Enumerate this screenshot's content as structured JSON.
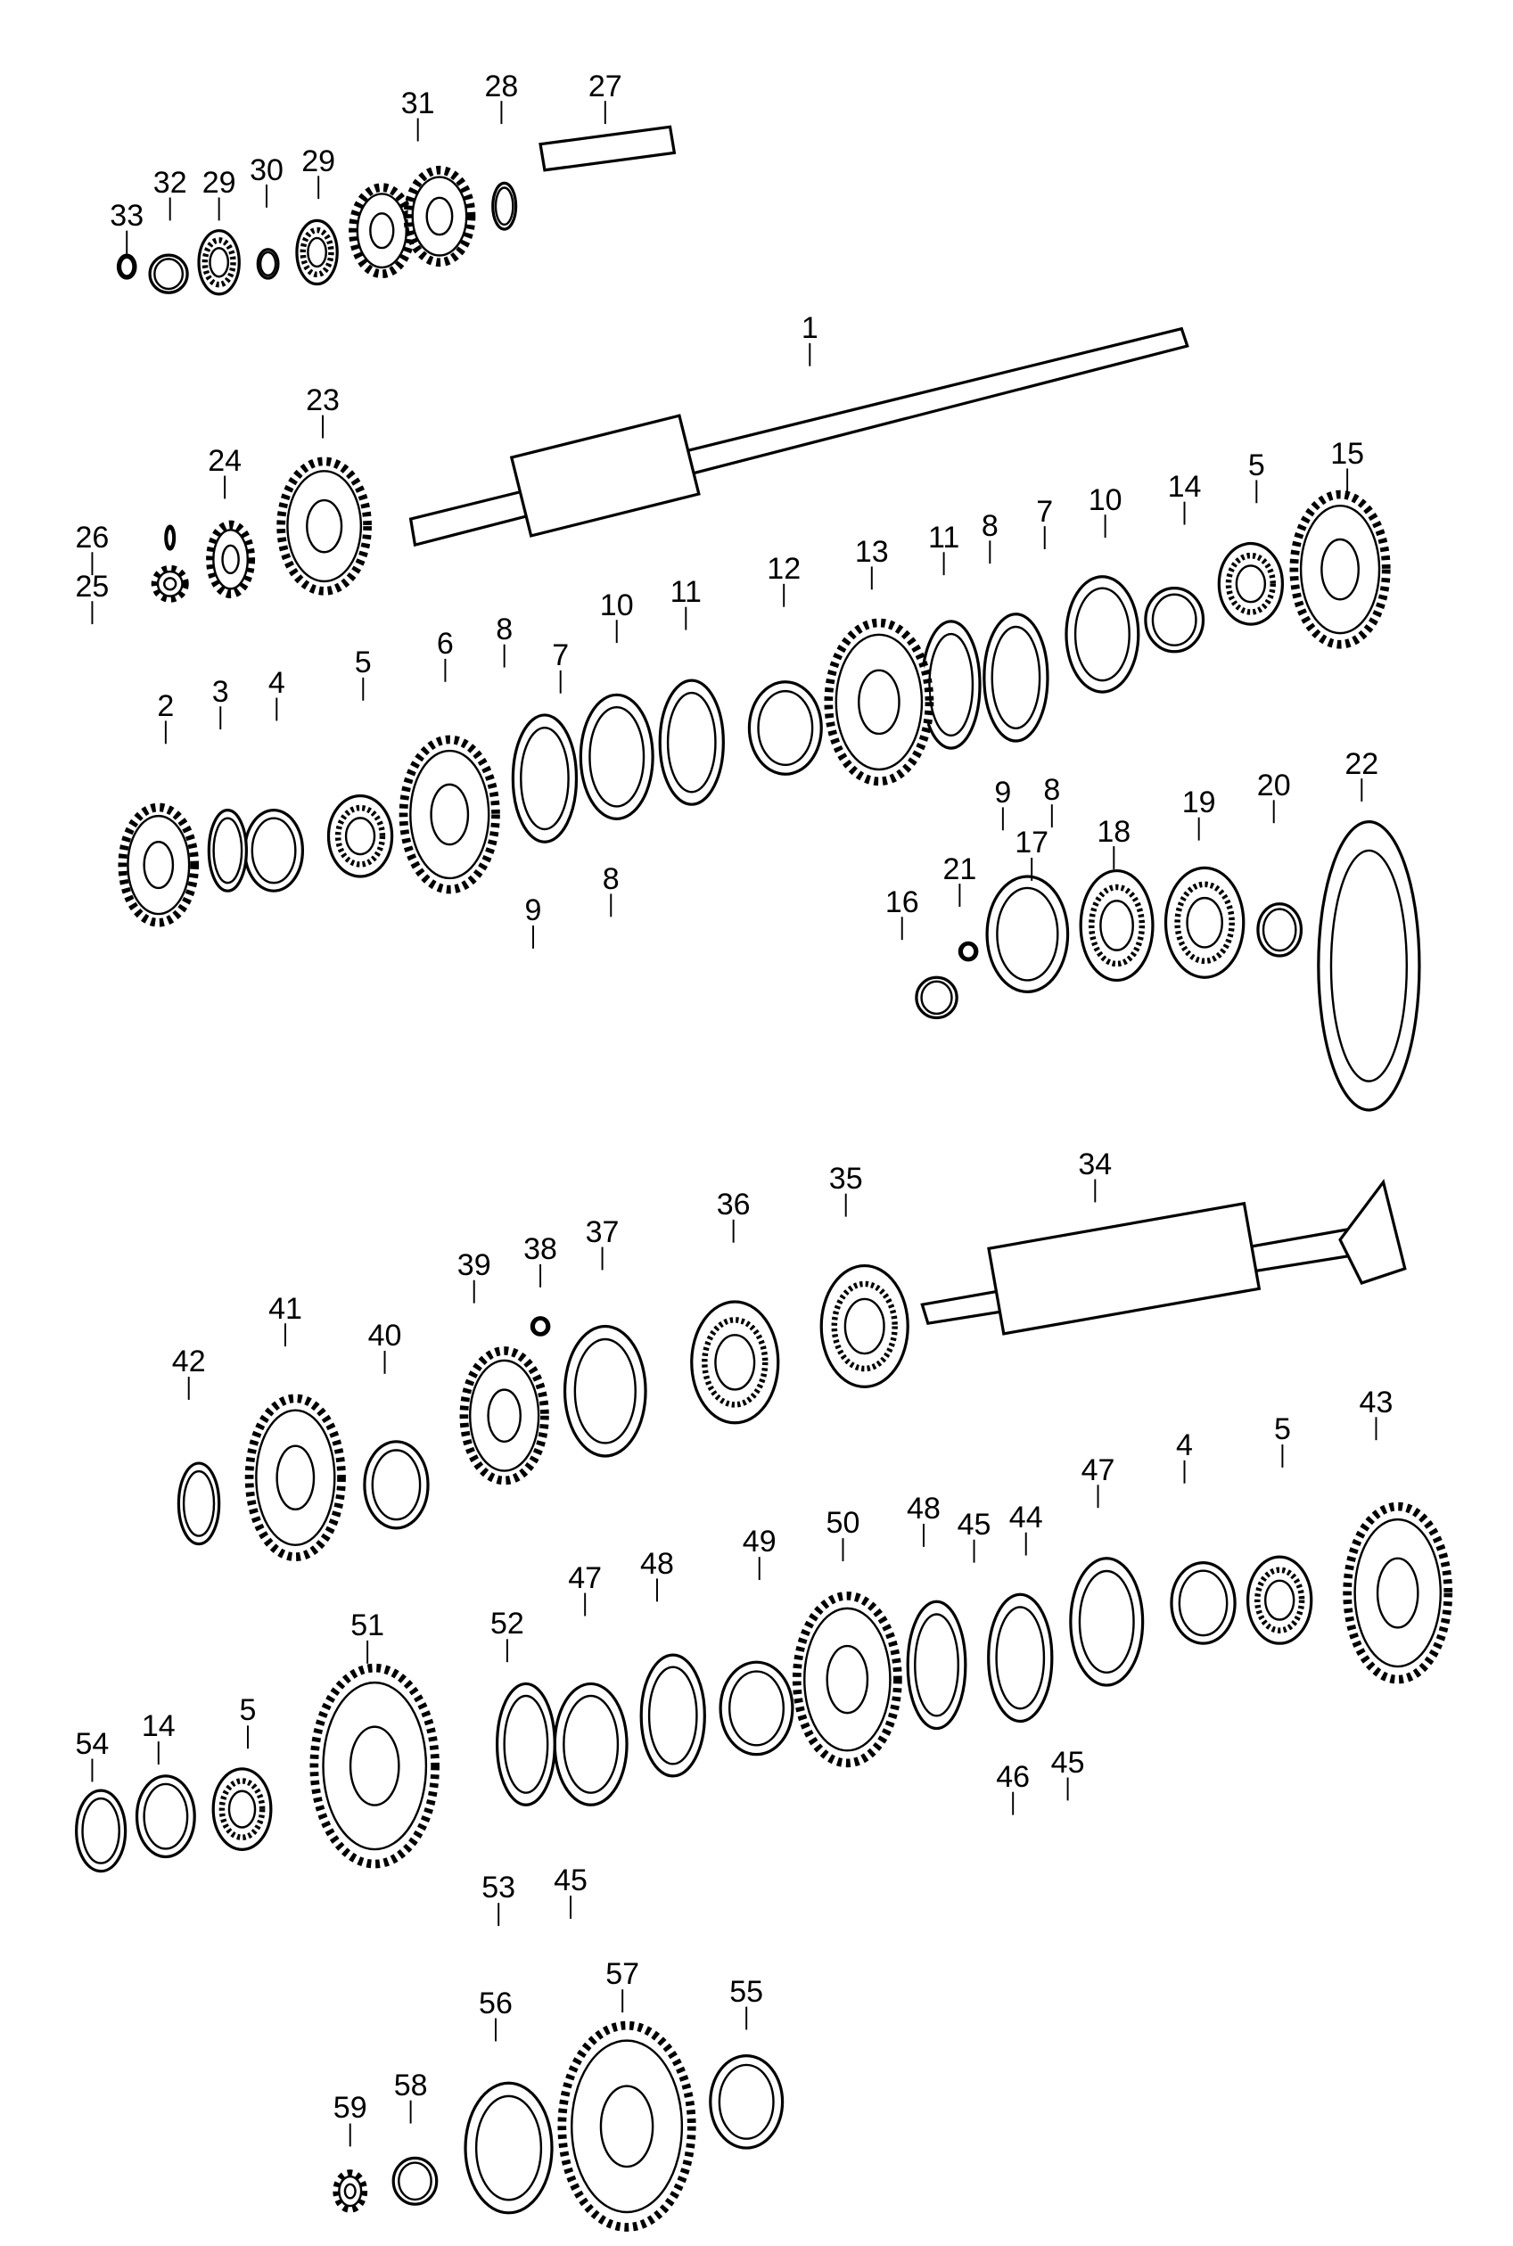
{
  "title": "Transmission shafts and gears exploded view",
  "callouts": [
    "33",
    "32",
    "29",
    "30",
    "29",
    "31",
    "28",
    "27",
    "1",
    "23",
    "24",
    "26",
    "25",
    "15",
    "5",
    "14",
    "10",
    "7",
    "8",
    "11",
    "13",
    "12",
    "11",
    "10",
    "7",
    "8",
    "6",
    "5",
    "4",
    "3",
    "2",
    "9",
    "8",
    "9",
    "8",
    "22",
    "20",
    "19",
    "18",
    "17",
    "21",
    "16",
    "34",
    "35",
    "36",
    "37",
    "38",
    "39",
    "41",
    "40",
    "42",
    "43",
    "5",
    "4",
    "47",
    "44",
    "45",
    "48",
    "50",
    "49",
    "48",
    "47",
    "52",
    "51",
    "46",
    "45",
    "54",
    "14",
    "5",
    "53",
    "45",
    "57",
    "56",
    "55",
    "58",
    "59"
  ],
  "colors": {
    "ink": "#000000",
    "paper": "#ffffff"
  }
}
